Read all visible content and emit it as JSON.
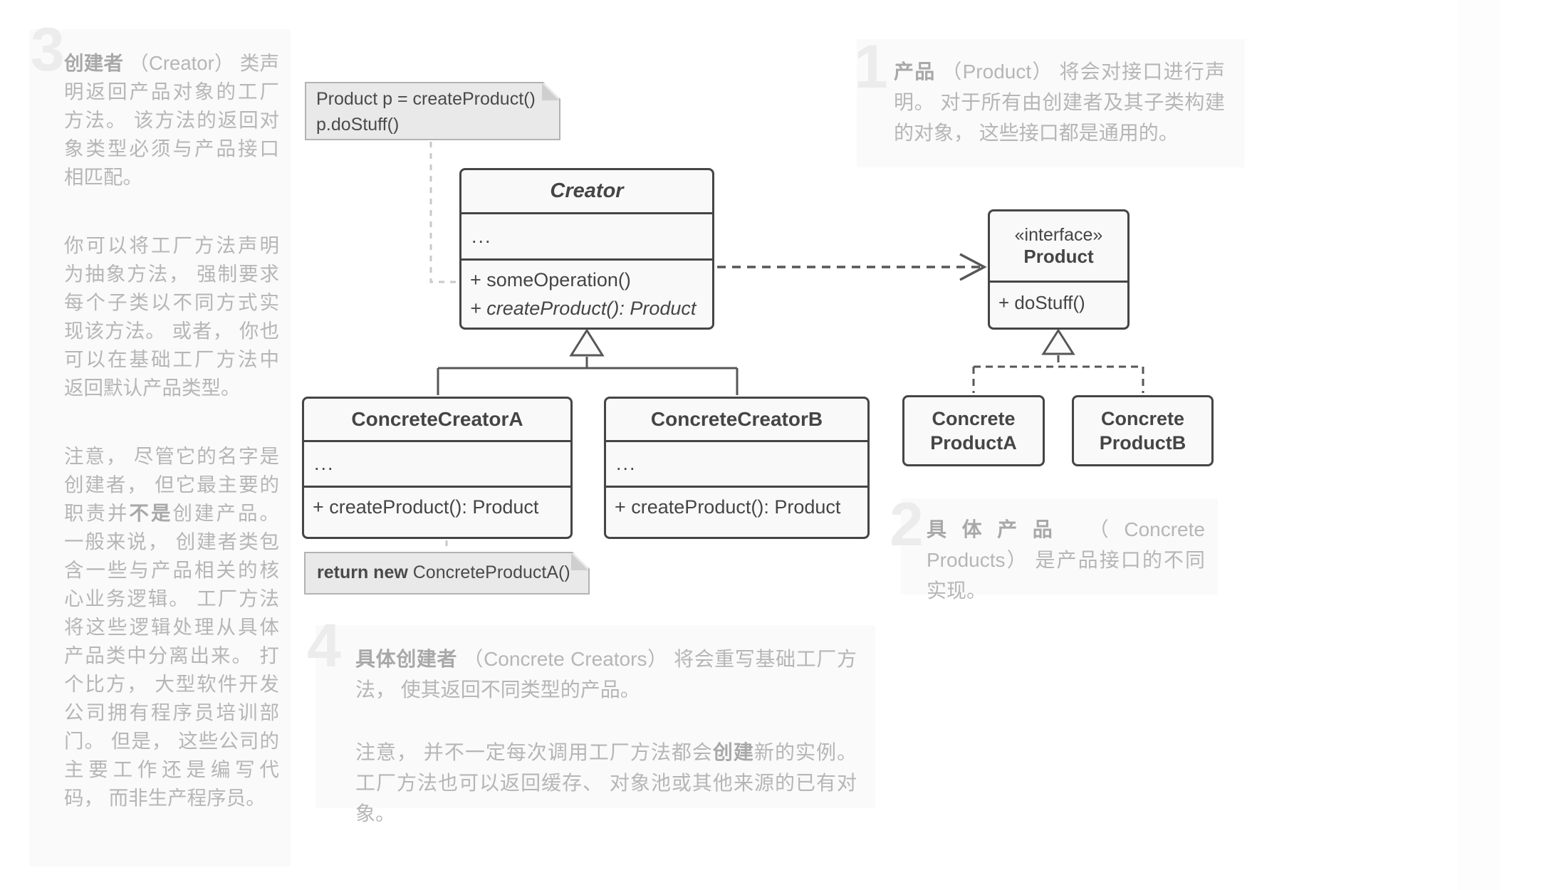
{
  "colors": {
    "class_border": "#454545",
    "class_fill": "#f9f9f9",
    "class_text": "#454545",
    "note_fill": "#e9e9e9",
    "note_border": "#b3b3b3",
    "note_connector": "#c8c8c8",
    "uml_line": "#575757",
    "panel_bg": "#fafafa",
    "panel_text": "#b6b6b6",
    "watermark": "#ececec"
  },
  "notes": {
    "creator_note": {
      "line1": "Product p = createProduct()",
      "line2": "p.doStuff()"
    },
    "return_note": {
      "bold": "return new",
      "rest": " ConcreteProductA()"
    }
  },
  "uml": {
    "creator": {
      "title": "Creator",
      "attrs": "...",
      "method1": "+ someOperation()",
      "method2": "+ createProduct(): Product"
    },
    "product": {
      "stereotype": "«interface»",
      "title": "Product",
      "method1": "+ doStuff()"
    },
    "concrete_creator_a": {
      "title": "ConcreteCreatorA",
      "attrs": "...",
      "method1": "+ createProduct(): Product"
    },
    "concrete_creator_b": {
      "title": "ConcreteCreatorB",
      "attrs": "...",
      "method1": "+ createProduct(): Product"
    },
    "concrete_product_a": {
      "line1": "Concrete",
      "line2": "ProductA"
    },
    "concrete_product_b": {
      "line1": "Concrete",
      "line2": "ProductB"
    }
  },
  "annotations": {
    "left_panel": {
      "number": "3",
      "p1_bold": "创建者",
      "p1_rest": " （Creator） 类声明返回产品对象的工厂方法。 该方法的返回对象类型必须与产品接口相匹配。",
      "p2": "你可以将工厂方法声明为抽象方法， 强制要求每个子类以不同方式实现该方法。 或者， 你也可以在基础工厂方法中返回默认产品类型。",
      "p3_a": "注意， 尽管它的名字是创建者， 但它最主要的职责并",
      "p3_bold": "不是",
      "p3_b": "创建产品。 一般来说， 创建者类包含一些与产品相关的核心业务逻辑。 工厂方法将这些逻辑处理从具体产品类中分离出来。 打个比方， 大型软件开发公司拥有程序员培训部门。 但是， 这些公司的主要工作还是编写代码， 而非生产程序员。"
    },
    "block1": {
      "number": "1",
      "bold": "产品",
      "rest": " （Product） 将会对接口进行声明。 对于所有由创建者及其子类构建的对象， 这些接口都是通用的。"
    },
    "block2": {
      "number": "2",
      "bold": "具体产品",
      "rest": " （Concrete Products） 是产品接口的不同实现。"
    },
    "block4": {
      "number": "4",
      "p1_bold": "具体创建者",
      "p1_rest": " （Concrete Creators） 将会重写基础工厂方法， 使其返回不同类型的产品。",
      "p2_a": "注意， 并不一定每次调用工厂方法都会",
      "p2_bold": "创建",
      "p2_b": "新的实例。 工厂方法也可以返回缓存、 对象池或其他来源的已有对象。"
    }
  }
}
